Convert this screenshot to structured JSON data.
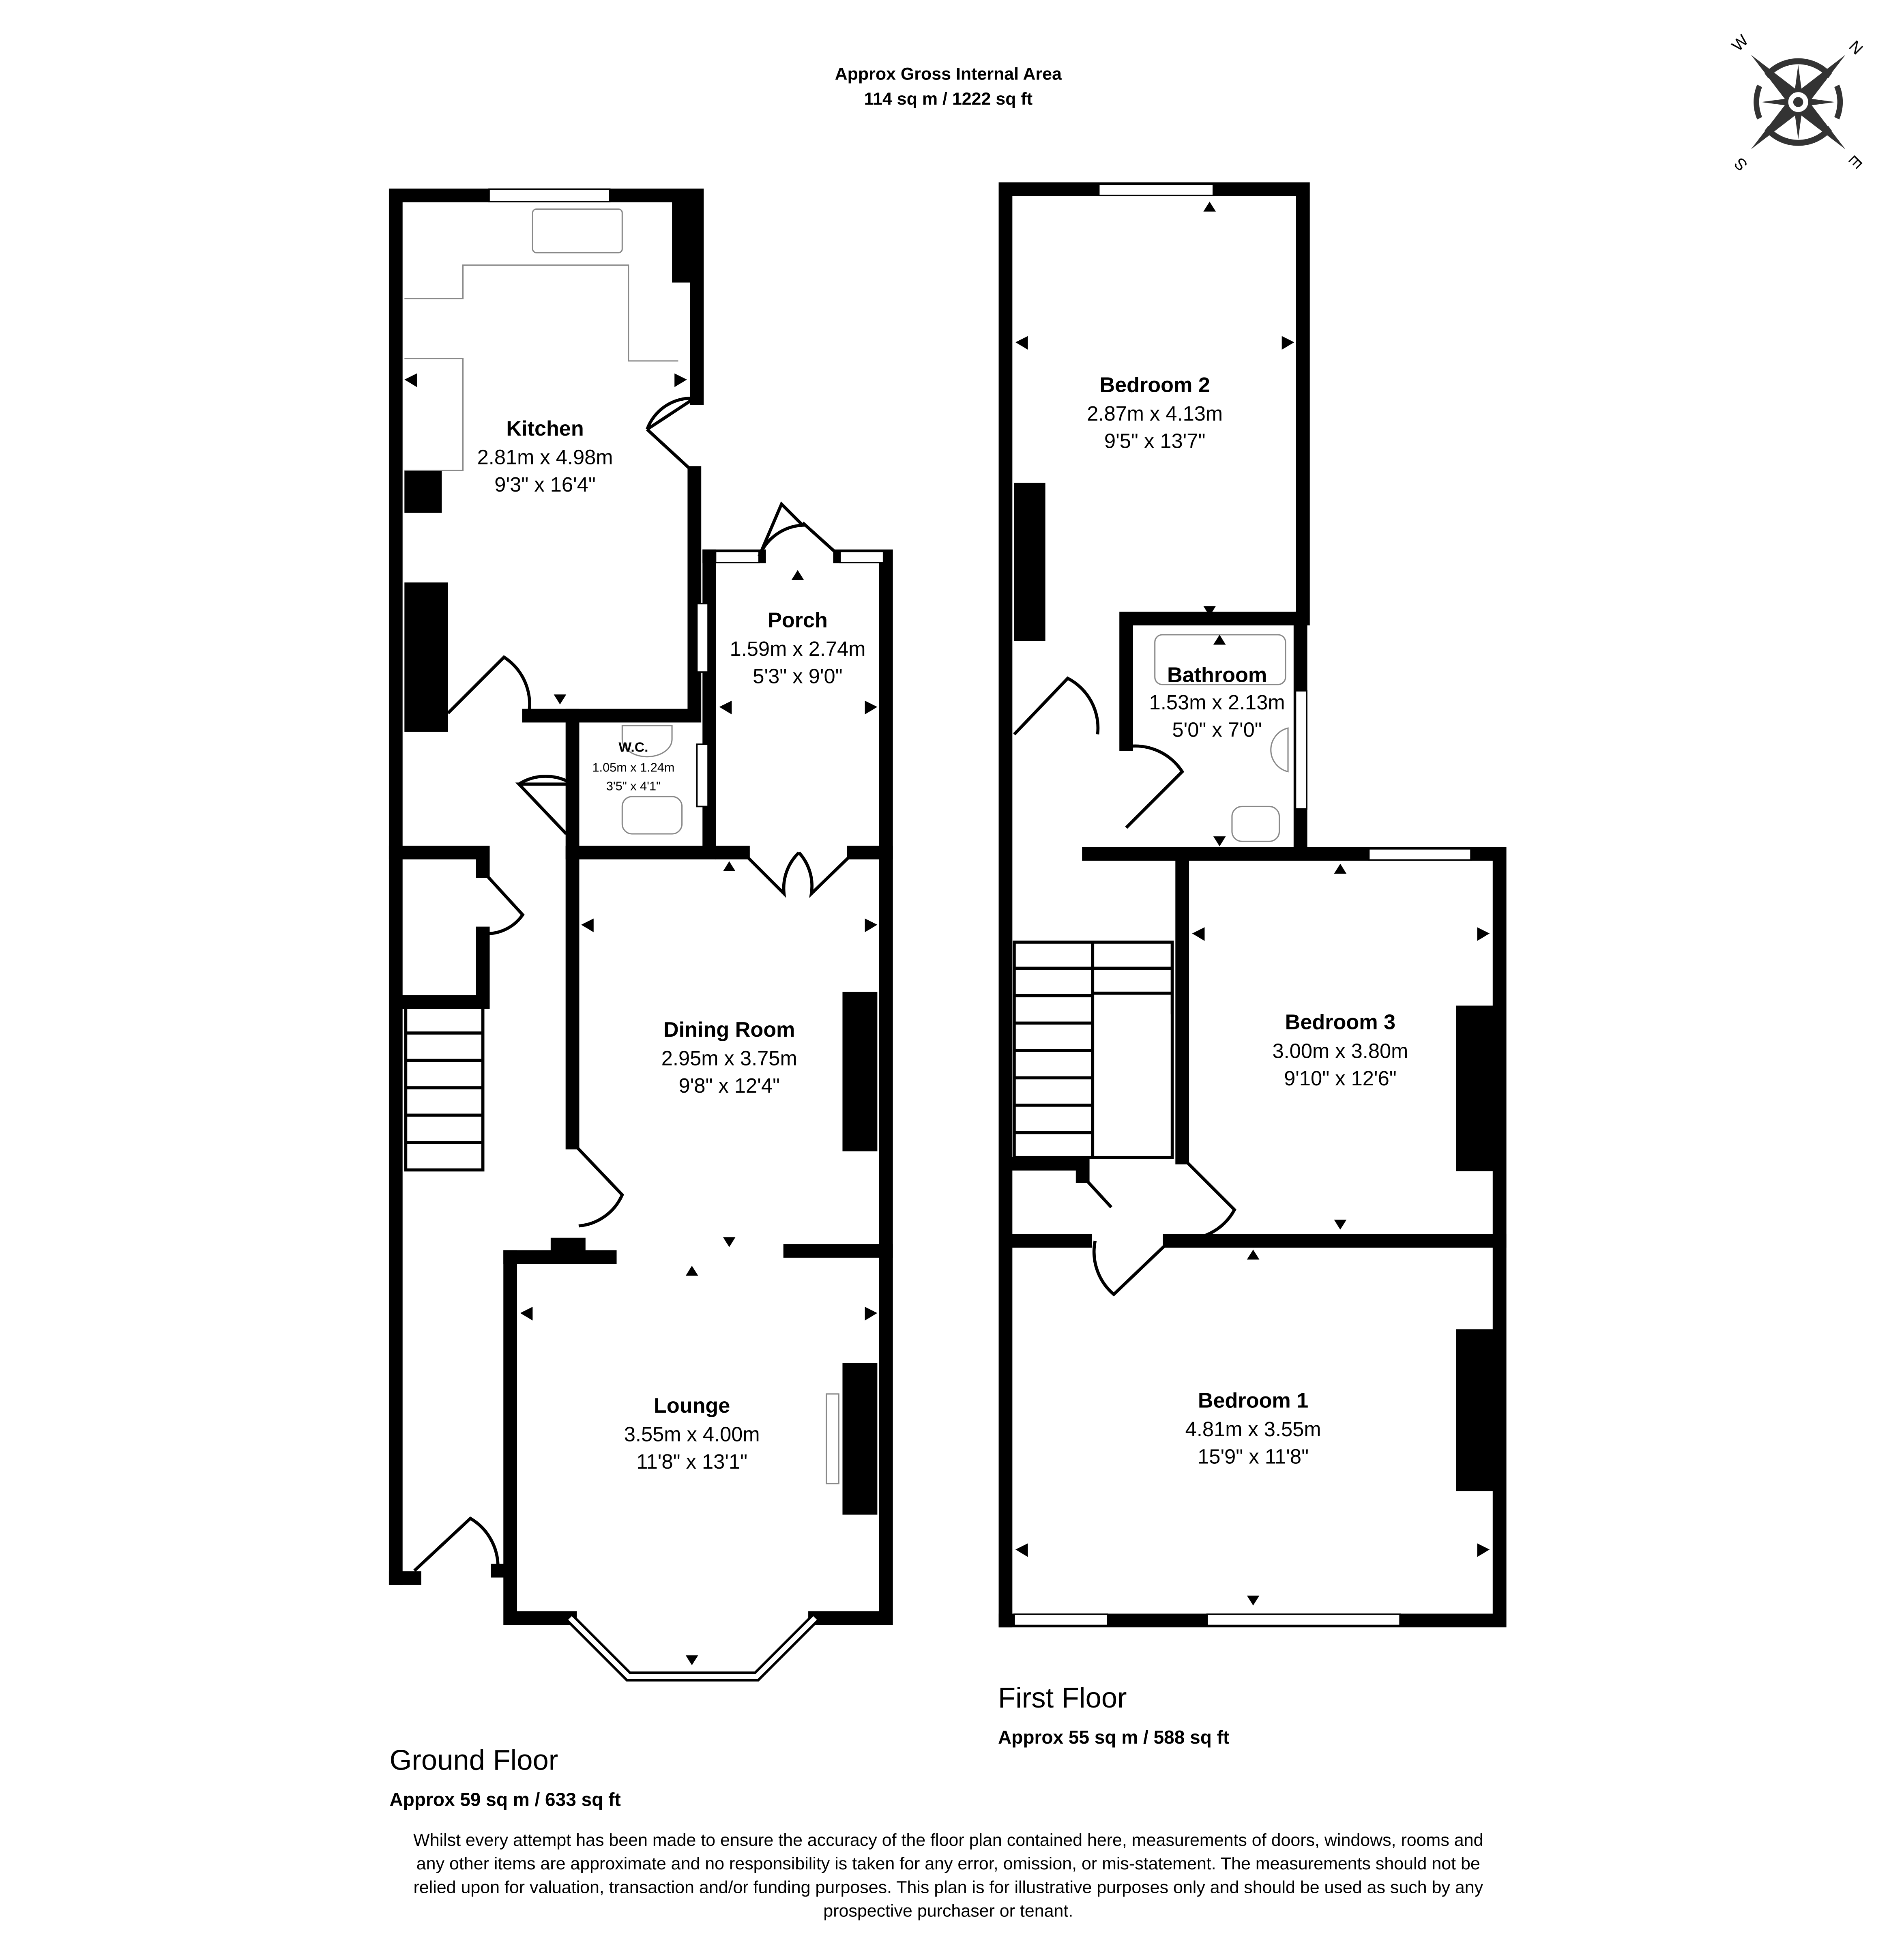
{
  "header": {
    "line1": "Approx Gross Internal Area",
    "line2": "114 sq m / 1222 sq ft"
  },
  "compass": {
    "n": "N",
    "e": "E",
    "s": "S",
    "w": "W",
    "color": "#333333"
  },
  "ground_floor": {
    "label": "Ground Floor",
    "area": "Approx 59 sq m / 633 sq ft",
    "rooms": {
      "kitchen": {
        "name": "Kitchen",
        "metric": "2.81m x 4.98m",
        "imperial": "9'3\" x 16'4\""
      },
      "porch": {
        "name": "Porch",
        "metric": "1.59m x 2.74m",
        "imperial": "5'3\" x 9'0\""
      },
      "wc": {
        "name": "W.C.",
        "metric": "1.05m x 1.24m",
        "imperial": "3'5\" x 4'1\""
      },
      "dining": {
        "name": "Dining Room",
        "metric": "2.95m x 3.75m",
        "imperial": "9'8\" x 12'4\""
      },
      "lounge": {
        "name": "Lounge",
        "metric": "3.55m x 4.00m",
        "imperial": "11'8\" x 13'1\""
      }
    }
  },
  "first_floor": {
    "label": "First Floor",
    "area": "Approx 55 sq m / 588 sq ft",
    "rooms": {
      "bedroom2": {
        "name": "Bedroom 2",
        "metric": "2.87m x 4.13m",
        "imperial": "9'5\" x 13'7\""
      },
      "bathroom": {
        "name": "Bathroom",
        "metric": "1.53m x 2.13m",
        "imperial": "5'0\" x 7'0\""
      },
      "bedroom3": {
        "name": "Bedroom 3",
        "metric": "3.00m x 3.80m",
        "imperial": "9'10\" x 12'6\""
      },
      "bedroom1": {
        "name": "Bedroom 1",
        "metric": "4.81m x 3.55m",
        "imperial": "15'9\" x 11'8\""
      }
    }
  },
  "disclaimer": {
    "line1": "Whilst every attempt has been made to ensure the accuracy of the floor plan contained here, measurements of doors, windows, rooms and",
    "line2": "any other items are approximate and no responsibility is taken for any error, omission, or mis-statement. The measurements should not be",
    "line3": "relied upon for valuation, transaction and/or funding purposes. This plan is for illustrative purposes only and should be used as such by any",
    "line4": "prospective purchaser or tenant."
  }
}
